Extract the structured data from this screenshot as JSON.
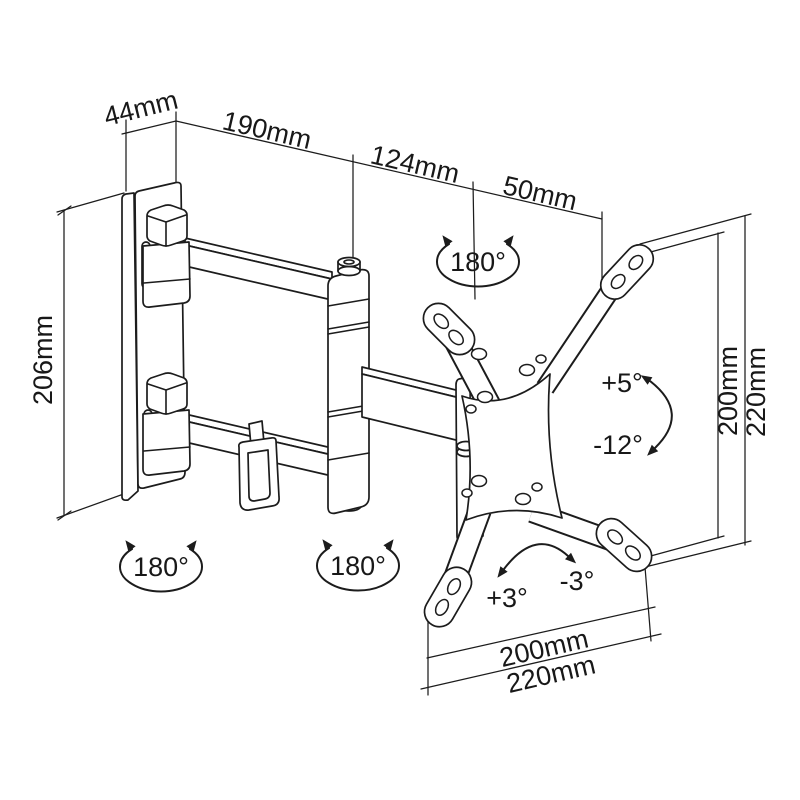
{
  "meta": {
    "background": "#ffffff",
    "line_color": "#1c1c1c",
    "description": "Isometric technical line drawing of a full-motion articulating TV wall-mount arm with VESA plate, annotated with dimensions and rotation angles"
  },
  "labels": {
    "dim_top_44": "44mm",
    "dim_top_190": "190mm",
    "dim_top_124": "124mm",
    "dim_top_50": "50mm",
    "dim_left_206": "206mm",
    "dim_right_200": "200mm",
    "dim_right_220": "220mm",
    "dim_bottom_200": "200mm",
    "dim_bottom_220": "220mm",
    "angle_swivel_head": "180°",
    "angle_swivel_wall": "180°",
    "angle_swivel_arm": "180°",
    "angle_tilt_up": "+5°",
    "angle_tilt_down": "-12°",
    "angle_rotate_left": "+3°",
    "angle_rotate_right": "-3°"
  }
}
